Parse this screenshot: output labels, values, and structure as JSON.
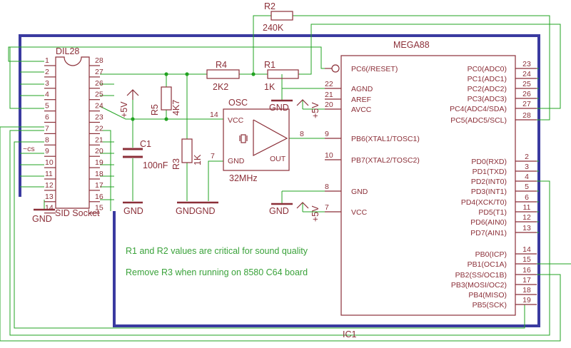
{
  "title_ic": "MEGA88",
  "ic_label": "IC1",
  "dil": {
    "name": "DIL28",
    "socket_label": "SID Socket",
    "left_pins": [
      "1",
      "2",
      "3",
      "4",
      "5",
      "6",
      "7",
      "8",
      "9",
      "10",
      "11",
      "12",
      "13",
      "14"
    ],
    "right_pins": [
      "28",
      "27",
      "26",
      "25",
      "24",
      "23",
      "22",
      "21",
      "20",
      "19",
      "18",
      "17",
      "16",
      "15"
    ]
  },
  "cs_label": "~cs",
  "mega_left": [
    {
      "num": "",
      "name": "PC6(/RESET)"
    },
    {
      "num": "22",
      "name": "AGND"
    },
    {
      "num": "21",
      "name": "AREF"
    },
    {
      "num": "20",
      "name": "AVCC"
    },
    {
      "num": "9",
      "name": "PB6(XTAL1/TOSC1)"
    },
    {
      "num": "10",
      "name": "PB7(XTAL2/TOSC2)"
    },
    {
      "num": "8",
      "name": "GND"
    },
    {
      "num": "7",
      "name": "VCC"
    }
  ],
  "mega_right": [
    {
      "num": "23",
      "name": "PC0(ADC0)"
    },
    {
      "num": "24",
      "name": "PC1(ADC1)"
    },
    {
      "num": "25",
      "name": "PC2(ADC2)"
    },
    {
      "num": "26",
      "name": "PC3(ADC3)"
    },
    {
      "num": "27",
      "name": "PC4(ADC4/SDA)"
    },
    {
      "num": "28",
      "name": "PC5(ADC5/SCL)"
    },
    {
      "num": "2",
      "name": "PD0(RXD)"
    },
    {
      "num": "3",
      "name": "PD1(TXD)"
    },
    {
      "num": "4",
      "name": "PD2(INT0)"
    },
    {
      "num": "5",
      "name": "PD3(INT1)"
    },
    {
      "num": "6",
      "name": "PD4(XCK/T0)"
    },
    {
      "num": "11",
      "name": "PD5(T1)"
    },
    {
      "num": "12",
      "name": "PD6(AIN0)"
    },
    {
      "num": "13",
      "name": "PD7(AIN1)"
    },
    {
      "num": "14",
      "name": "PB0(ICP)"
    },
    {
      "num": "15",
      "name": "PB1(OC1A)"
    },
    {
      "num": "16",
      "name": "PB2(SS/OC1B)"
    },
    {
      "num": "17",
      "name": "PB3(MOSI/OC2)"
    },
    {
      "num": "18",
      "name": "PB4(MISO)"
    },
    {
      "num": "19",
      "name": "PB5(SCK)"
    }
  ],
  "r1": {
    "name": "R1",
    "value": "1K"
  },
  "r2": {
    "name": "R2",
    "value": "240K"
  },
  "r3": {
    "name": "R3",
    "value": "1K"
  },
  "r4": {
    "name": "R4",
    "value": "2K2"
  },
  "r5": {
    "name": "R5",
    "value": "4K7"
  },
  "c1": {
    "name": "C1",
    "value": "100nF"
  },
  "osc": {
    "name": "OSC",
    "vcc": "VCC",
    "gnd": "GND",
    "out": "OUT",
    "freq": "32MHz",
    "pin14": "14",
    "pin8": "8",
    "pin7": "7"
  },
  "labels": {
    "gnd": "GND",
    "plus5v": "+5V",
    "gndgnd": "GNDGND"
  },
  "notes": [
    "R1 and R2 values are critical for sound quality",
    "Remove R3 when running on 8580 C64 board"
  ]
}
